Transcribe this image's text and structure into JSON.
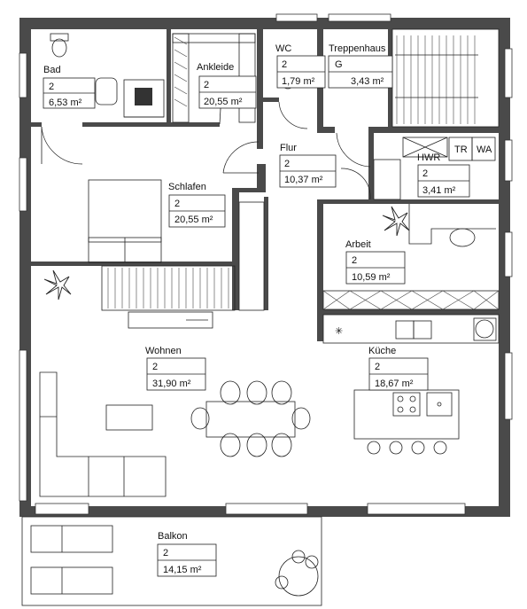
{
  "rooms": [
    {
      "id": "bad",
      "name": "Bad",
      "level": "2",
      "area": "6,53 m²"
    },
    {
      "id": "ankleide",
      "name": "Ankleide",
      "level": "2",
      "area": "20,55 m²"
    },
    {
      "id": "wc",
      "name": "WC",
      "level": "2",
      "area": "1,79 m²"
    },
    {
      "id": "treppenhaus",
      "name": "Treppenhaus",
      "level": "G",
      "area": "3,43 m²"
    },
    {
      "id": "flur",
      "name": "Flur",
      "level": "2",
      "area": "10,37 m²"
    },
    {
      "id": "hwr",
      "name": "HWR",
      "level": "2",
      "area": "3,41 m²"
    },
    {
      "id": "schlafen",
      "name": "Schlafen",
      "level": "2",
      "area": "20,55 m²"
    },
    {
      "id": "arbeit",
      "name": "Arbeit",
      "level": "2",
      "area": "10,59 m²"
    },
    {
      "id": "wohnen",
      "name": "Wohnen",
      "level": "2",
      "area": "31,90 m²"
    },
    {
      "id": "kueche",
      "name": "Küche",
      "level": "2",
      "area": "18,67 m²"
    },
    {
      "id": "balkon",
      "name": "Balkon",
      "level": "2",
      "area": "14,15 m²"
    }
  ],
  "appliances": {
    "tr": "TR",
    "wa": "WA"
  },
  "icons": {
    "ceiling_light": "✳"
  }
}
